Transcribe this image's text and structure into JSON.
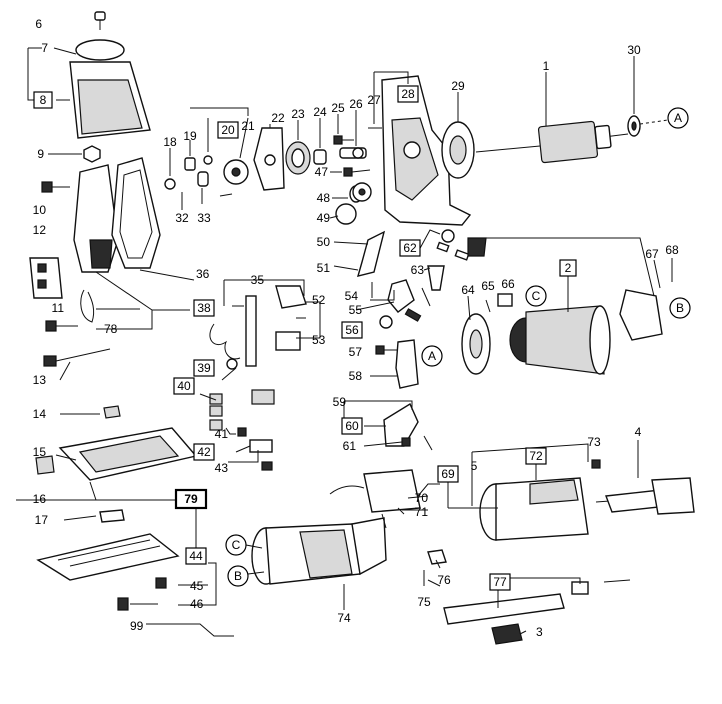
{
  "labels": {
    "n1": "1",
    "n2": "2",
    "n3": "3",
    "n4": "4",
    "n5": "5",
    "n6": "6",
    "n7": "7",
    "n8": "8",
    "n9": "9",
    "n10": "10",
    "n11": "11",
    "n12": "12",
    "n13": "13",
    "n14": "14",
    "n15": "15",
    "n16": "16",
    "n17": "17",
    "n18": "18",
    "n19": "19",
    "n20": "20",
    "n21": "21",
    "n22": "22",
    "n23": "23",
    "n24": "24",
    "n25": "25",
    "n26": "26",
    "n27": "27",
    "n28": "28",
    "n29": "29",
    "n30": "30",
    "n32": "32",
    "n33": "33",
    "n35": "35",
    "n36": "36",
    "n38": "38",
    "n39": "39",
    "n40": "40",
    "n41": "41",
    "n42": "42",
    "n43": "43",
    "n44": "44",
    "n45": "45",
    "n46": "46",
    "n47": "47",
    "n48": "48",
    "n49": "49",
    "n50": "50",
    "n51": "51",
    "n52": "52",
    "n53": "53",
    "n54": "54",
    "n55": "55",
    "n56": "56",
    "n57": "57",
    "n58": "58",
    "n59": "59",
    "n60": "60",
    "n61": "61",
    "n62": "62",
    "n63": "63",
    "n64": "64",
    "n65": "65",
    "n66": "66",
    "n67": "67",
    "n68": "68",
    "n69": "69",
    "n70": "70",
    "n71": "71",
    "n72": "72",
    "n73": "73",
    "n74": "74",
    "n75": "75",
    "n76": "76",
    "n77": "77",
    "n78": "78",
    "n79": "79",
    "n99": "99"
  },
  "refs": {
    "A": "A",
    "B": "B",
    "C": "C"
  }
}
